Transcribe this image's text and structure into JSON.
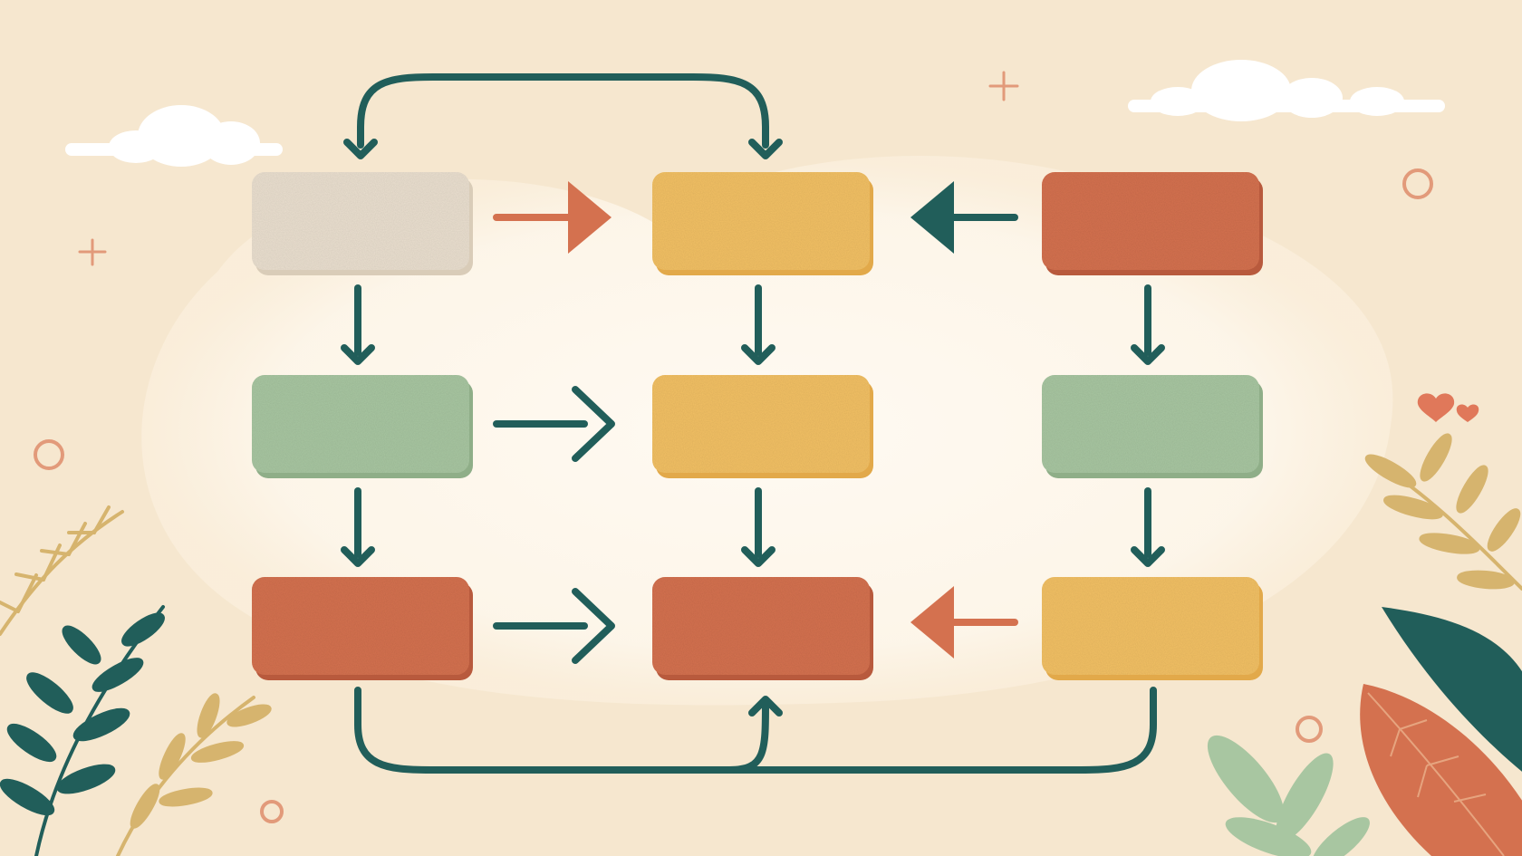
{
  "colors": {
    "background": "#f6e7cf",
    "center_glow": "#fdf6ea",
    "beige": "#eadfcf",
    "yellow": "#f2c064",
    "terracotta": "#d4714f",
    "sage": "#a8c6a1",
    "teal": "#215e5a",
    "cloud": "#ffffff",
    "leaf_gold": "#d6b46e"
  },
  "diagram": {
    "nodes": [
      {
        "id": "r1c1",
        "row": 1,
        "col": 1,
        "color": "beige",
        "label": ""
      },
      {
        "id": "r1c2",
        "row": 1,
        "col": 2,
        "color": "yellow",
        "label": ""
      },
      {
        "id": "r1c3",
        "row": 1,
        "col": 3,
        "color": "terracotta",
        "label": ""
      },
      {
        "id": "r2c1",
        "row": 2,
        "col": 1,
        "color": "sage",
        "label": ""
      },
      {
        "id": "r2c2",
        "row": 2,
        "col": 2,
        "color": "yellow",
        "label": ""
      },
      {
        "id": "r2c3",
        "row": 2,
        "col": 3,
        "color": "sage",
        "label": ""
      },
      {
        "id": "r3c1",
        "row": 3,
        "col": 1,
        "color": "terracotta",
        "label": ""
      },
      {
        "id": "r3c2",
        "row": 3,
        "col": 2,
        "color": "terracotta",
        "label": ""
      },
      {
        "id": "r3c3",
        "row": 3,
        "col": 3,
        "color": "yellow",
        "label": ""
      }
    ],
    "edges": [
      {
        "from": "r1c1",
        "to": "r1c2",
        "style": "terracotta-solid-head"
      },
      {
        "from": "r1c3",
        "to": "r1c2",
        "style": "teal-solid-head"
      },
      {
        "from": "r2c1",
        "to": "r2c2",
        "style": "teal-open-head"
      },
      {
        "from": "r3c1",
        "to": "r3c2",
        "style": "teal-open-head"
      },
      {
        "from": "r3c3",
        "to": "r3c2",
        "style": "terracotta-solid-head"
      },
      {
        "from": "r1c1",
        "to": "r2c1",
        "style": "teal-down"
      },
      {
        "from": "r2c1",
        "to": "r3c1",
        "style": "teal-down"
      },
      {
        "from": "r1c2",
        "to": "r2c2",
        "style": "teal-down"
      },
      {
        "from": "r2c2",
        "to": "r3c2",
        "style": "teal-down"
      },
      {
        "from": "r1c3",
        "to": "r2c3",
        "style": "teal-down"
      },
      {
        "from": "r2c3",
        "to": "r3c3",
        "style": "teal-down"
      },
      {
        "from": "top-loop",
        "to": "r1c1",
        "style": "teal-loop-top"
      },
      {
        "from": "top-loop",
        "to": "r1c2",
        "style": "teal-loop-top"
      },
      {
        "from": "r3c1",
        "to": "r3c2",
        "style": "teal-loop-bottom"
      },
      {
        "from": "r3c3",
        "to": "r3c2",
        "style": "teal-loop-bottom"
      }
    ]
  },
  "decorations": {
    "clouds": [
      "cloud",
      "cloud"
    ],
    "sparkles": [
      "sparkle",
      "sparkle"
    ],
    "rings": [
      "ring",
      "ring",
      "ring",
      "ring"
    ],
    "hearts": [
      "heart",
      "heart"
    ],
    "plants": [
      "fern",
      "fern",
      "wheat",
      "wheat",
      "leaf",
      "leaf"
    ]
  }
}
